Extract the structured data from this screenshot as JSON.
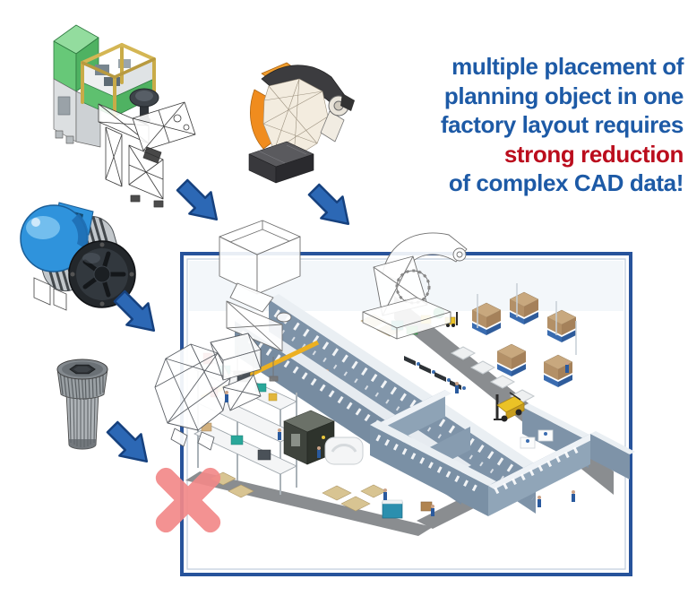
{
  "caption": {
    "lines": [
      {
        "text": "multiple placement of",
        "highlight": false
      },
      {
        "text": "planning object in one",
        "highlight": false
      },
      {
        "text": "factory layout requires",
        "highlight": false
      },
      {
        "text": "strong reduction",
        "highlight": true
      },
      {
        "text": "of complex CAD data!",
        "highlight": false
      }
    ],
    "text_color": "#1d5aa6",
    "highlight_color": "#bb0d1d"
  },
  "cad_models": [
    {
      "id": "injection-molding-machine",
      "accent_color": "#5ec06f"
    },
    {
      "id": "industrial-robot-arm",
      "accent_color": "#f08c1e"
    },
    {
      "id": "electric-motor",
      "accent_color": "#2f93dc"
    },
    {
      "id": "cylinder-head-screw",
      "accent_color": "#8a8f94"
    }
  ],
  "factory_layout": {
    "border_color": "#27539b",
    "wall_color": "#7e93a8",
    "road_color": "#8a8d90",
    "forklift_color": "#eac226",
    "rack_color": "#3a6cb0",
    "box_color": "#c8a87e",
    "rejection_mark": "red-x",
    "rejection_color": "#f28989"
  },
  "arrows": {
    "count": 4,
    "direction": "down-right",
    "color": "#2c68b5"
  }
}
